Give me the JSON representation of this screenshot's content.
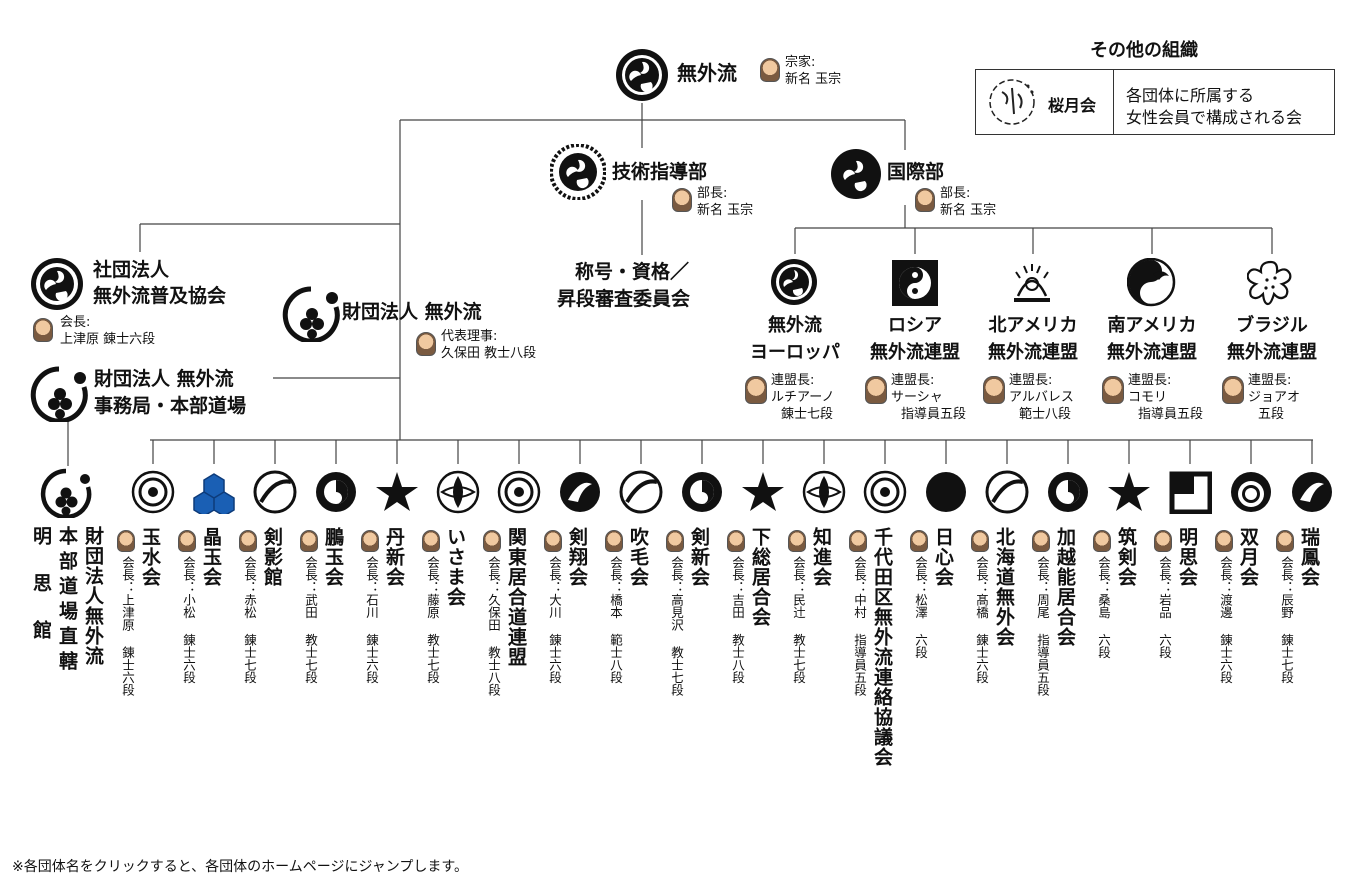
{
  "root": {
    "name": "無外流",
    "role": "宗家:",
    "person": "新名 玉宗"
  },
  "gijutsu": {
    "name": "技術指導部",
    "role": "部長:",
    "person": "新名 玉宗"
  },
  "shogo": {
    "line1": "称号・資格／",
    "line2": "昇段審査委員会"
  },
  "kokusai": {
    "name": "国際部",
    "role": "部長:",
    "person": "新名 玉宗"
  },
  "shadan": {
    "line1": "社団法人",
    "line2": "無外流普及協会",
    "role": "会長:",
    "person": "上津原 錬士六段"
  },
  "zaidan": {
    "name": "財団法人 無外流",
    "role": "代表理事:",
    "person": "久保田 教士八段"
  },
  "jimukyoku": {
    "line1": "財団法人 無外流",
    "line2": "事務局・本部道場"
  },
  "international": [
    {
      "l1": "無外流",
      "l2": "ヨーロッパ",
      "r1": "連盟長:",
      "r2": "ルチアーノ",
      "r3": "錬士七段"
    },
    {
      "l1": "ロシア",
      "l2": "無外流連盟",
      "r1": "連盟長:",
      "r2": "サーシャ",
      "r3": "指導員五段"
    },
    {
      "l1": "北アメリカ",
      "l2": "無外流連盟",
      "r1": "連盟長:",
      "r2": "アルバレス",
      "r3": "範士八段"
    },
    {
      "l1": "南アメリカ",
      "l2": "無外流連盟",
      "r1": "連盟長:",
      "r2": "コモリ",
      "r3": "指導員五段"
    },
    {
      "l1": "ブラジル",
      "l2": "無外流連盟",
      "r1": "連盟長:",
      "r2": "ジョアオ",
      "r3": "五段"
    }
  ],
  "honbu": {
    "col1": "財団法人無外流",
    "col2": "本部道場直轄",
    "col3": "明思館"
  },
  "groups": [
    {
      "name": "玉水会",
      "leader": "会長：上津原 錬士六段"
    },
    {
      "name": "晶玉会",
      "leader": "会長：小松 錬士六段"
    },
    {
      "name": "剣影館",
      "leader": "会長：赤松 錬士七段"
    },
    {
      "name": "鵬玉会",
      "leader": "会長：武田 教士七段"
    },
    {
      "name": "丹新会",
      "leader": "会長：石川 錬士六段"
    },
    {
      "name": "いさま会",
      "leader": "会長：藤原 教士七段"
    },
    {
      "name": "関東居合道連盟",
      "leader": "会長：久保田 教士八段"
    },
    {
      "name": "剣翔会",
      "leader": "会長：大川 錬士六段"
    },
    {
      "name": "吹毛会",
      "leader": "会長：橋本 範士八段"
    },
    {
      "name": "剣新会",
      "leader": "会長：高見沢 教士七段"
    },
    {
      "name": "下総居合会",
      "leader": "会長：吉田 教士八段"
    },
    {
      "name": "知進会",
      "leader": "会長：民辻 教士七段"
    },
    {
      "name": "千代田区無外流連絡協議会",
      "leader": "会長：中村 指導員五段"
    },
    {
      "name": "日心会",
      "leader": "会長：松澤 六段"
    },
    {
      "name": "北海道無外会",
      "leader": "会長：髙橋 錬士六段"
    },
    {
      "name": "加越能居合会",
      "leader": "会長：周尾 指導員五段"
    },
    {
      "name": "筑剣会",
      "leader": "会長：桑島 六段"
    },
    {
      "name": "明思会",
      "leader": "会長：岩品 六段"
    },
    {
      "name": "双月会",
      "leader": "会長：渡邊 錬士六段"
    },
    {
      "name": "瑞鳳会",
      "leader": "会長：辰野 錬士七段"
    }
  ],
  "other": {
    "heading": "その他の組織",
    "name": "桜月会",
    "desc1": "各団体に所属する",
    "desc2": "女性会員で構成される会"
  },
  "footnote": "※各団体名をクリックすると、各団体のホームページにジャンプします。"
}
